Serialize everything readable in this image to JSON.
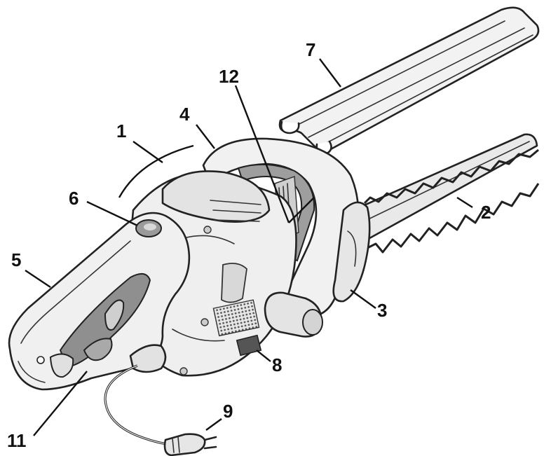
{
  "figure": {
    "callouts": [
      {
        "id": "1",
        "label": "1"
      },
      {
        "id": "2",
        "label": "2"
      },
      {
        "id": "3",
        "label": "3"
      },
      {
        "id": "4",
        "label": "4"
      },
      {
        "id": "5",
        "label": "5"
      },
      {
        "id": "6",
        "label": "6"
      },
      {
        "id": "7",
        "label": "7"
      },
      {
        "id": "8",
        "label": "8"
      },
      {
        "id": "9",
        "label": "9"
      },
      {
        "id": "11",
        "label": "11"
      },
      {
        "id": "12",
        "label": "12"
      }
    ],
    "colors": {
      "line": "#222222",
      "body_fill": "#efefef",
      "shade": "#d2d2d2",
      "dark_grip": "#9a9a9a"
    }
  }
}
